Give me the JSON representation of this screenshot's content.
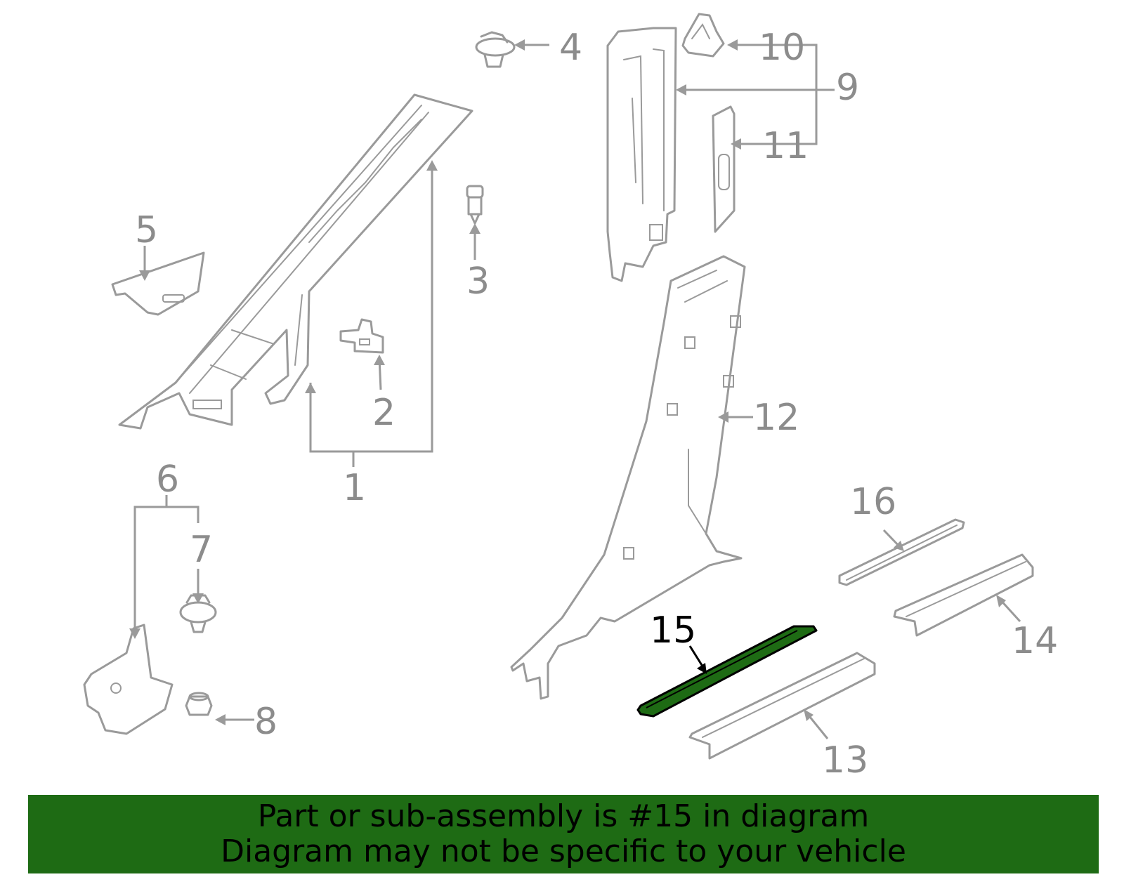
{
  "diagram": {
    "callouts": [
      {
        "id": "1",
        "label": "1"
      },
      {
        "id": "2",
        "label": "2"
      },
      {
        "id": "3",
        "label": "3"
      },
      {
        "id": "4",
        "label": "4"
      },
      {
        "id": "5",
        "label": "5"
      },
      {
        "id": "6",
        "label": "6"
      },
      {
        "id": "7",
        "label": "7"
      },
      {
        "id": "8",
        "label": "8"
      },
      {
        "id": "9",
        "label": "9"
      },
      {
        "id": "10",
        "label": "10"
      },
      {
        "id": "11",
        "label": "11"
      },
      {
        "id": "12",
        "label": "12"
      },
      {
        "id": "13",
        "label": "13"
      },
      {
        "id": "14",
        "label": "14"
      },
      {
        "id": "15",
        "label": "15",
        "highlighted": true
      },
      {
        "id": "16",
        "label": "16"
      }
    ],
    "highlight_color": "#1e6b14",
    "line_color": "#9a9a9a"
  },
  "banner": {
    "line1": "Part or sub-assembly is #15 in diagram",
    "line2": "Diagram may not be specific to your vehicle",
    "background": "#1e6b14"
  }
}
